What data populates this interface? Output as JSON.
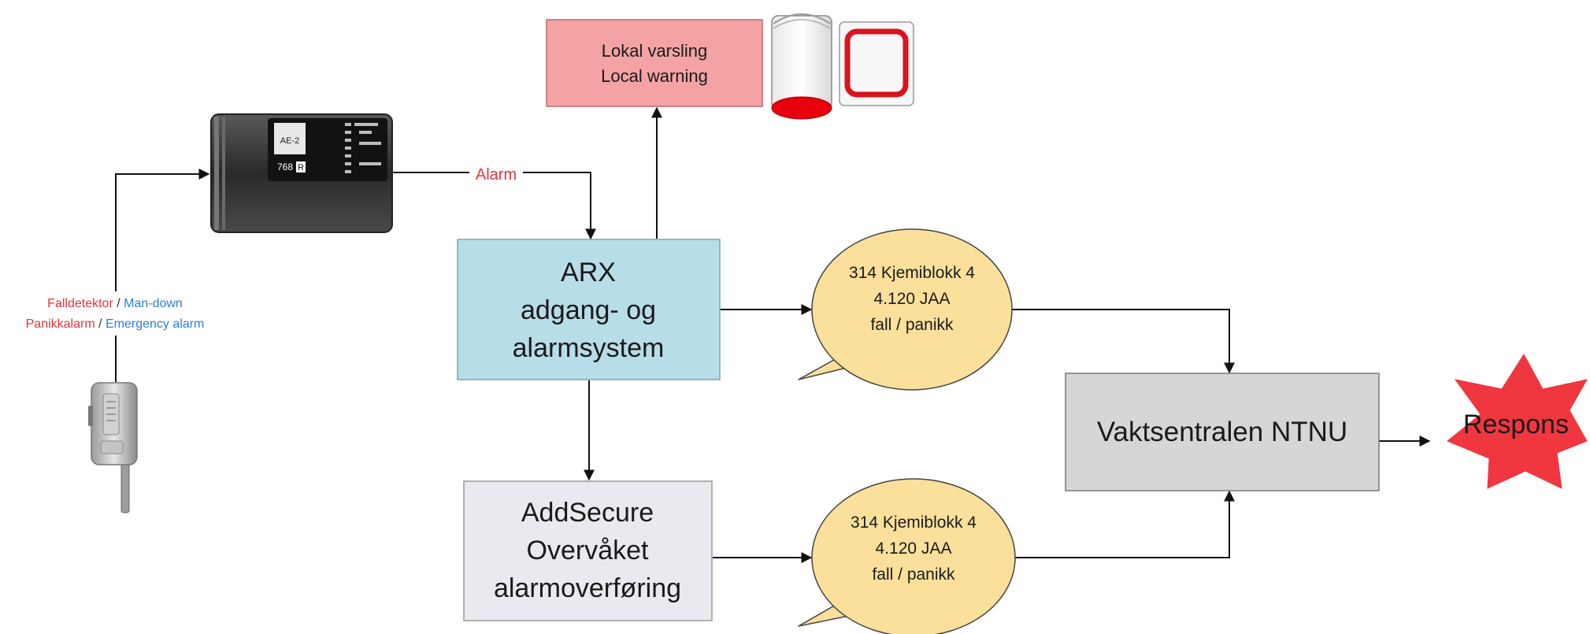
{
  "colors": {
    "red_text": "#e8323c",
    "blue_text": "#2b7fcf",
    "arx_fill": "#b7dde8",
    "local_fill": "#f4a3a5",
    "addsecure_fill": "#ebe9f0",
    "bubble_fill": "#fbe09b",
    "central_fill": "#d6d6d6",
    "star_fill": "#f0363f"
  },
  "alarm_label": "Alarm",
  "sensor_labels": {
    "line1_red": "Falldetektor",
    "line1_sep": " / ",
    "line1_blue": "Man-down",
    "line2_red": "Panikkalarm",
    "line2_sep": " / ",
    "line2_blue": "Emergency alarm"
  },
  "panel": {
    "display_text": "AE-2",
    "model_text": "768",
    "model_badge": "R"
  },
  "local_warning": {
    "line1": "Lokal varsling",
    "line2": "Local warning"
  },
  "arx": {
    "line1": "ARX",
    "line2": "adgang- og",
    "line3": "alarmsystem"
  },
  "addsecure": {
    "line1": "AddSecure",
    "line2": "Overvåket",
    "line3": "alarmoverføring"
  },
  "bubble_top": {
    "line1": "314 Kjemiblokk 4",
    "line2": "4.120 JAA",
    "line3": "fall / panikk"
  },
  "bubble_bottom": {
    "line1": "314 Kjemiblokk 4",
    "line2": "4.120 JAA",
    "line3": "fall / panikk"
  },
  "central": {
    "label": "Vaktsentralen NTNU"
  },
  "response": {
    "label": "Respons"
  },
  "icons": [
    "alarm-panel-icon",
    "siren-icon",
    "alarm-button-icon",
    "pendant-transmitter-icon"
  ]
}
